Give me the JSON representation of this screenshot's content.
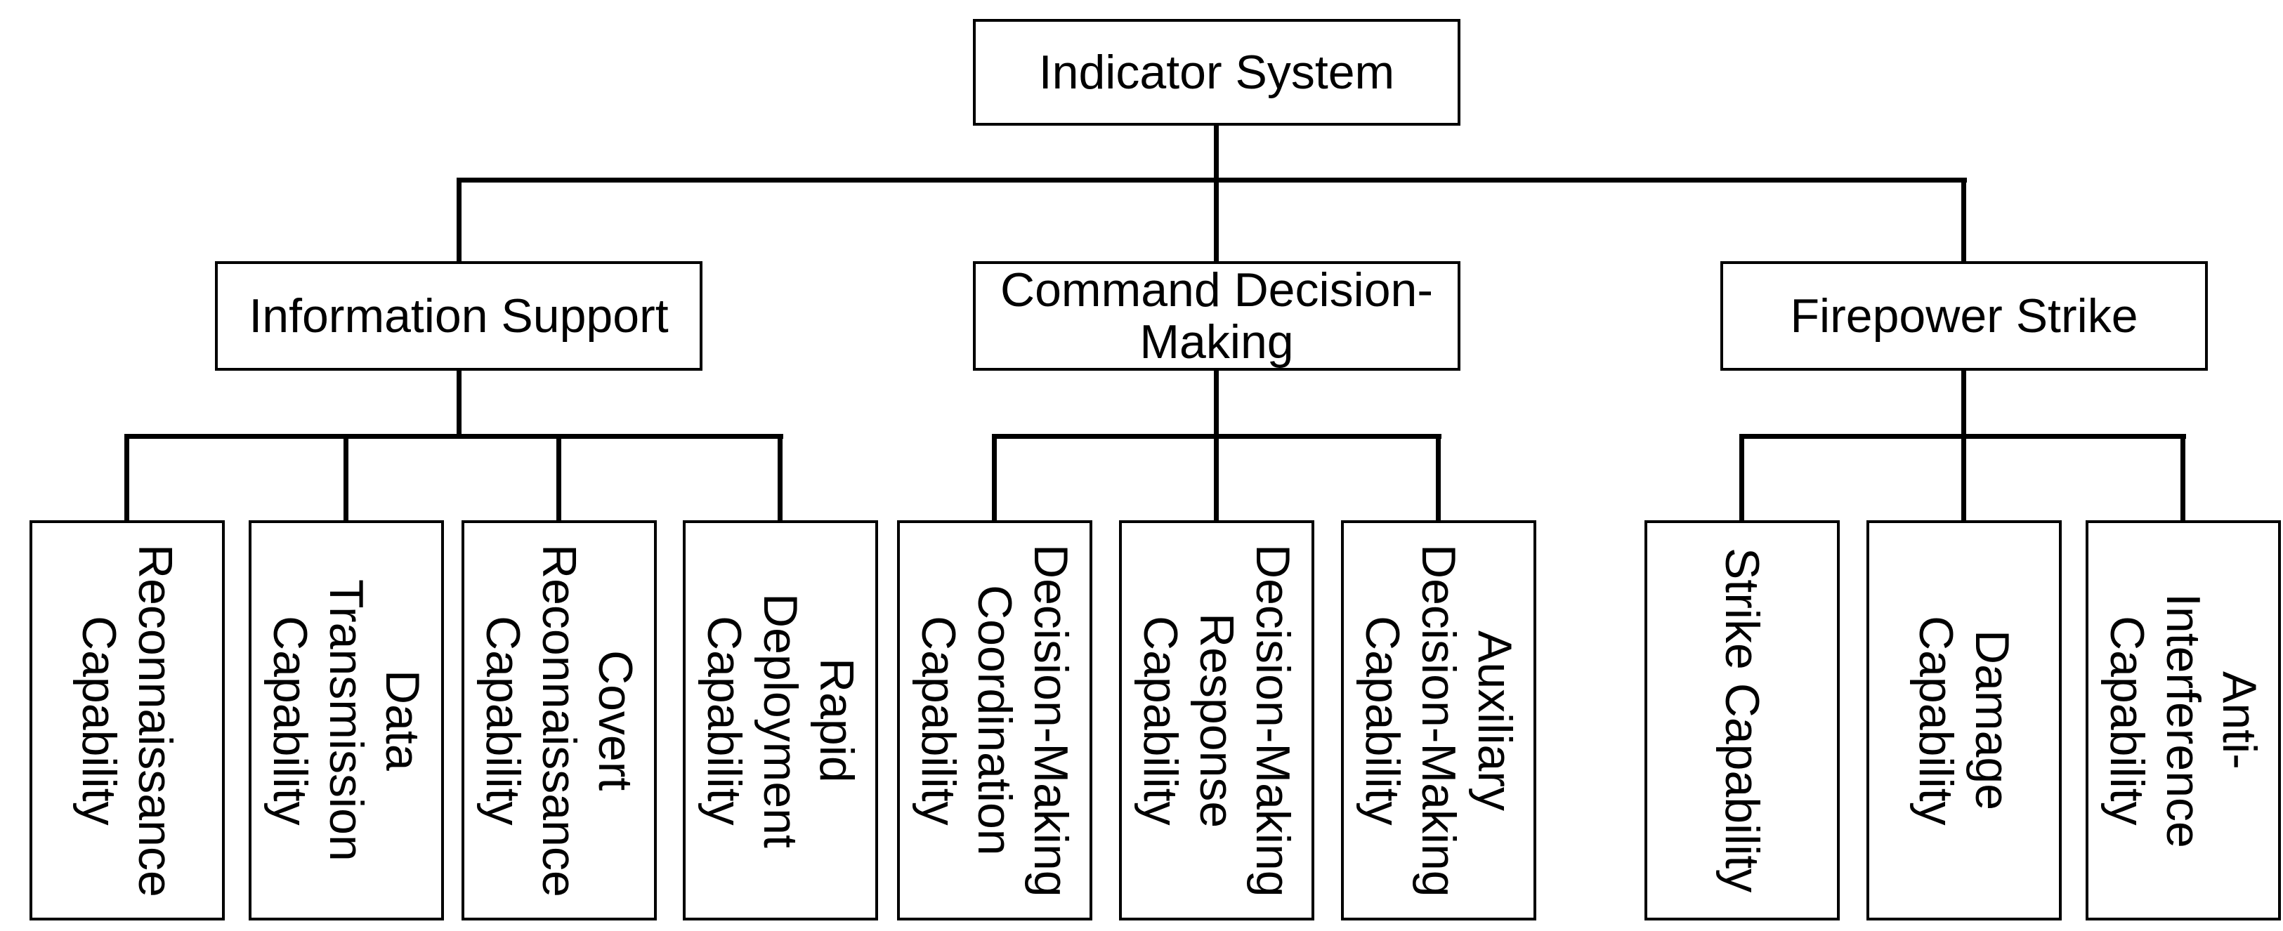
{
  "diagram": {
    "title": "Indicator System hierarchy",
    "colors": {
      "background": "#ffffff",
      "line": "#000000",
      "box_border": "#000000",
      "text": "#000000"
    },
    "root": {
      "label": "Indicator System"
    },
    "branches": [
      {
        "label": "Information Support",
        "children": [
          {
            "label": "Reconnaissance\nCapability"
          },
          {
            "label": "Data\nTransmission\nCapability"
          },
          {
            "label": "Covert\nReconnaissance\nCapability"
          },
          {
            "label": "Rapid\nDeployment\nCapability"
          }
        ]
      },
      {
        "label": "Command Decision-\nMaking",
        "children": [
          {
            "label": "Decision-Making\nCoordination\nCapability"
          },
          {
            "label": "Decision-Making\nResponse\nCapability"
          },
          {
            "label": "Auxiliary\nDecision-Making\nCapability"
          }
        ]
      },
      {
        "label": "Firepower Strike",
        "children": [
          {
            "label": "Strike Capability"
          },
          {
            "label": "Damage\nCapability"
          },
          {
            "label": "Anti-\nInterference\nCapability"
          }
        ]
      }
    ]
  }
}
